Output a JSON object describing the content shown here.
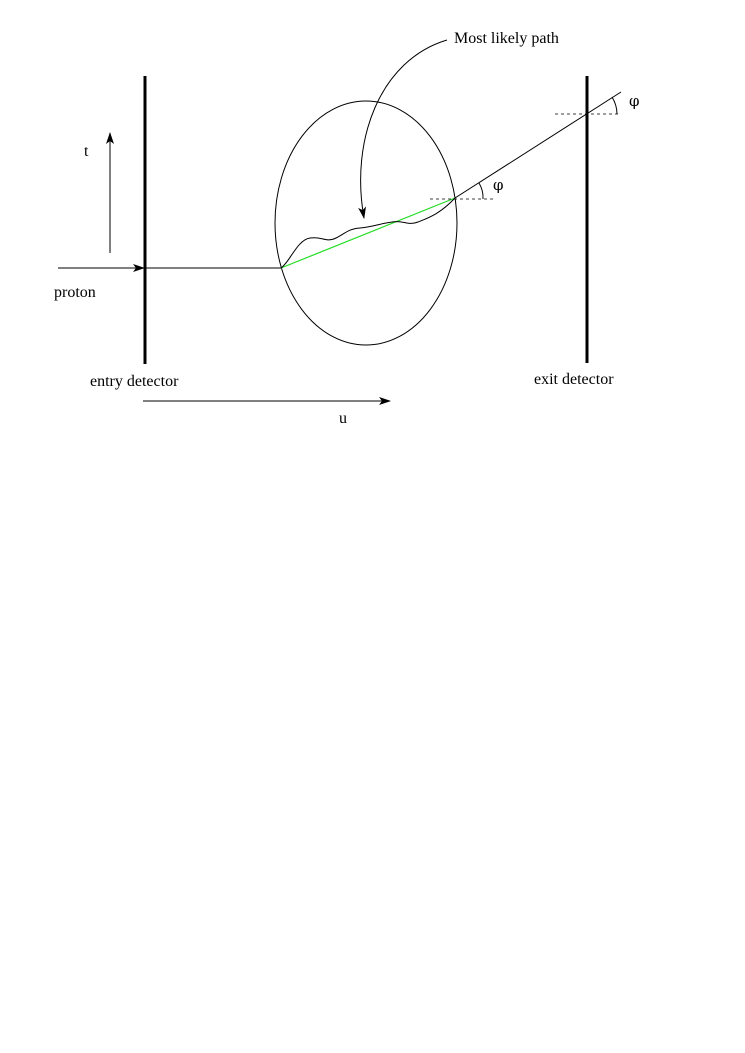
{
  "labels": {
    "most_likely_path": "Most likely path",
    "t_axis": "t",
    "u_axis": "u",
    "proton": "proton",
    "entry_detector": "entry detector",
    "exit_detector": "exit detector",
    "phi_at_object": "φ",
    "phi_at_exit": "φ"
  },
  "colors": {
    "lines": "#000000",
    "straight_path": "#22dd22",
    "background": "#ffffff"
  }
}
